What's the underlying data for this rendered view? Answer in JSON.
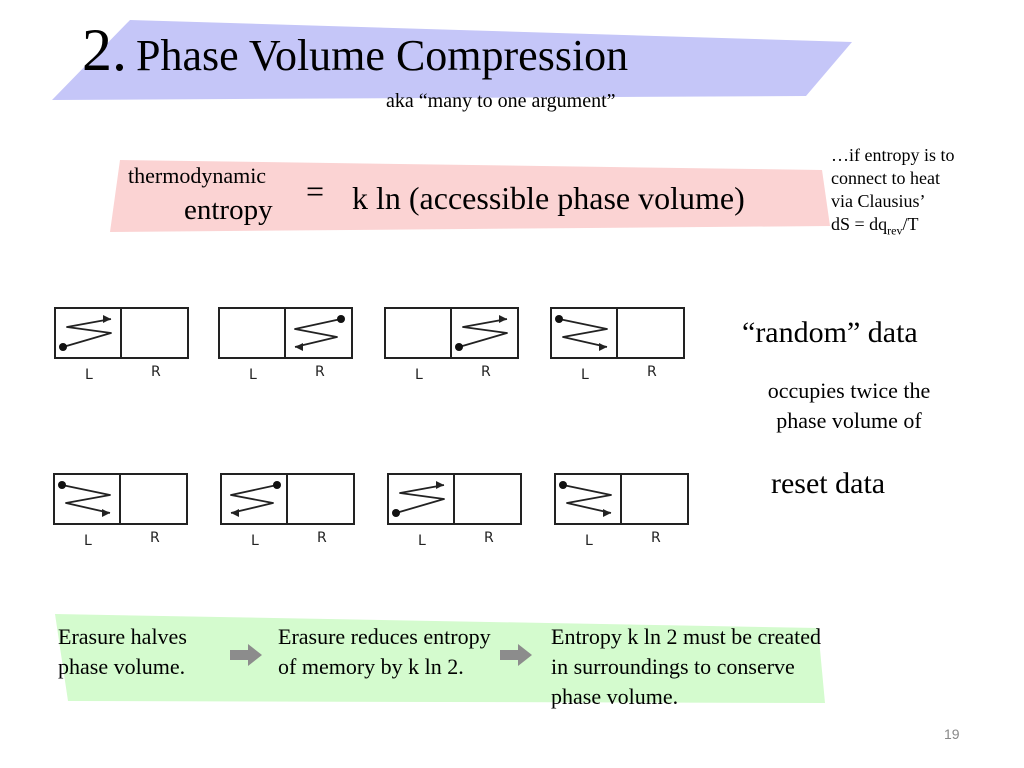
{
  "title": {
    "number": "2.",
    "text": "Phase Volume Compression"
  },
  "subtitle": "aka “many to one argument”",
  "equation": {
    "lhs_line1": "thermodynamic",
    "lhs_line2": "entropy",
    "sign": "=",
    "rhs": "k ln (accessible phase volume)"
  },
  "side_note": {
    "line1": "…if entropy is to",
    "line2": "connect to heat",
    "line3": "via Clausius’",
    "formula_pre": "dS = dq",
    "formula_sub": "rev",
    "formula_post": "/T"
  },
  "labels": {
    "random": "“random” data",
    "occupies": "occupies twice the phase volume of",
    "reset": "reset data"
  },
  "boxes": {
    "left_letter": "L",
    "right_letter": "R",
    "random_row": [
      {
        "side": "left",
        "dot": "bottom-left",
        "arrow": "right"
      },
      {
        "side": "right",
        "dot": "top-right",
        "arrow": "left"
      },
      {
        "side": "right",
        "dot": "bottom-left",
        "arrow": "right"
      },
      {
        "side": "left",
        "dot": "top-left",
        "arrow": "right"
      }
    ],
    "reset_row": [
      {
        "side": "left",
        "dot": "top-left",
        "arrow": "right"
      },
      {
        "side": "left",
        "dot": "top-right",
        "arrow": "left"
      },
      {
        "side": "left",
        "dot": "bottom-left",
        "arrow": "right"
      },
      {
        "side": "left",
        "dot": "top-left",
        "arrow": "right"
      }
    ]
  },
  "steps": {
    "step1": "Erasure halves phase volume.",
    "step2": "Erasure reduces entropy of memory by k ln 2.",
    "step3": "Entropy k ln 2 must be created in surroundings to conserve phase volume."
  },
  "page_number": "19",
  "colors": {
    "title_band": "#c5c6f8",
    "equation_band": "#fbd3d3",
    "steps_band": "#d4fbce",
    "arrow": "#8c8c8c"
  }
}
